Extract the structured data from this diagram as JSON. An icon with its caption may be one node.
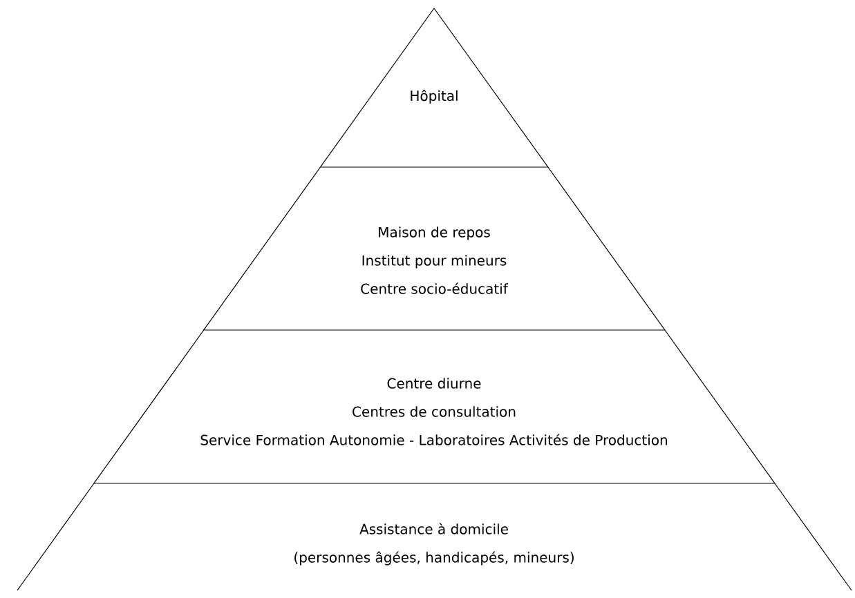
{
  "diagram": {
    "nodes": [
      {
        "text": [
          "Hôpital"
        ]
      },
      {
        "text": [
          "Maison de repos",
          "Institut pour mineurs",
          "Centre socio-éducatif"
        ]
      },
      {
        "text": [
          "Centre diurne",
          "Centres de consultation",
          "Service Formation Autonomie - Laboratoires Activités de Production"
        ]
      },
      {
        "text": [
          "Assistance à domicile",
          "(personnes âgées, handicapés, mineurs)"
        ]
      }
    ]
  }
}
